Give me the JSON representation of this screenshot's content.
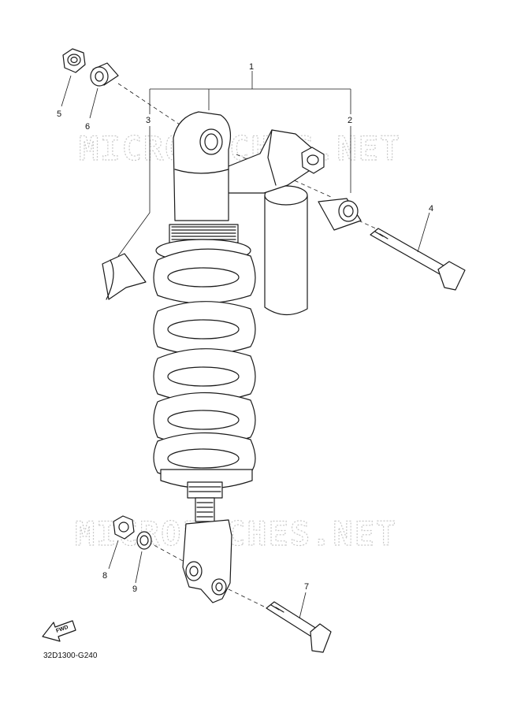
{
  "watermark": "MICROFICHES.NET",
  "diagram_code": "32D1300-G240",
  "direction_label": "FWD",
  "callouts": [
    "1",
    "2",
    "3",
    "4",
    "5",
    "6",
    "7",
    "8",
    "9"
  ]
}
